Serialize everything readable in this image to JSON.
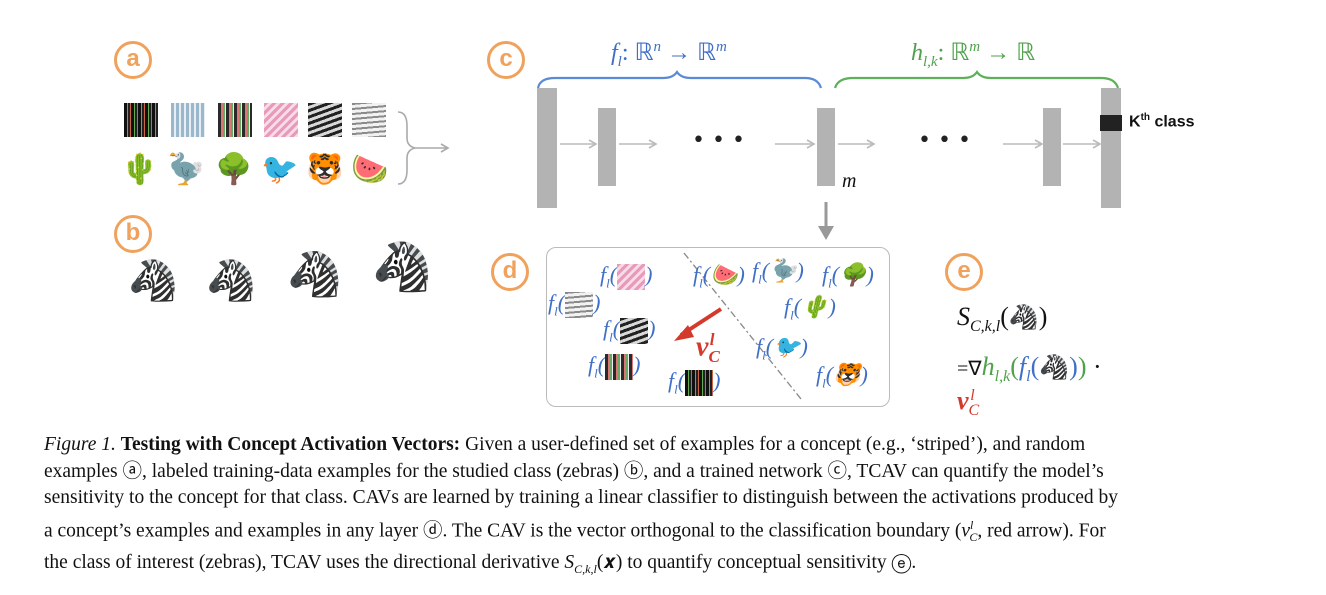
{
  "panels": {
    "a": "a",
    "b": "b",
    "c": "c",
    "d": "d",
    "e": "e"
  },
  "network": {
    "f_label": "f_l : ℝ^n → ℝ^m",
    "f_name": "f",
    "f_sub": "l",
    "f_domain": ": ℝ",
    "f_n": "n",
    "f_arrow": "→ ℝ",
    "f_m": "m",
    "h_name": "h",
    "h_sub": "l,k",
    "h_domain": ": ℝ",
    "h_m": "m",
    "h_arrow": "→ ℝ",
    "dots": "• • •",
    "layer_m": "m",
    "class_label_k": "K",
    "class_label_th": "th",
    "class_label_rest": " class",
    "colors": {
      "blue": "#5b8ad6",
      "green": "#5fb05a",
      "gray": "#b3b3b3",
      "orange": "#f0a25d",
      "red": "#d33a2c"
    }
  },
  "panel_d": {
    "f": "f",
    "l": "l",
    "cav_v": "v",
    "cav_C": "C",
    "cav_l": "l"
  },
  "panel_e": {
    "S": "S",
    "S_sub": "C,k,l",
    "eq_prefix": "=∇",
    "h": "h",
    "h_sub": "l,k",
    "f": "f",
    "f_sub": "l",
    "dot": "·",
    "v": "v",
    "v_sub": "C",
    "v_sup": "l"
  },
  "caption": {
    "fig_label": "Figure 1.",
    "title": "Testing with Concept Activation Vectors:",
    "line1": " Given a user-defined set of examples for a concept (e.g., ‘striped’), and random",
    "line2": "examples ⓐ, labeled training-data examples for the studied class (zebras) ⓑ, and a trained network ⓒ, TCAV can quantify the model’s",
    "line3": "sensitivity to the concept for that class. CAVs are learned by training a linear classifier to distinguish between the activations produced by",
    "line4a": "a concept’s examples and examples in any layer ⓓ. The CAV is the vector orthogonal to the classification boundary (",
    "line4_v": "v",
    "line4_sup": "l",
    "line4_sub": "C",
    "line4b": ", red arrow). For",
    "line5a": "the class of interest (zebras), TCAV uses the directional derivative ",
    "line5_S": "S",
    "line5_sub": "C,k,l",
    "line5_x": "(𝒙)",
    "line5b": " to quantify conceptual sensitivity ⓔ."
  }
}
